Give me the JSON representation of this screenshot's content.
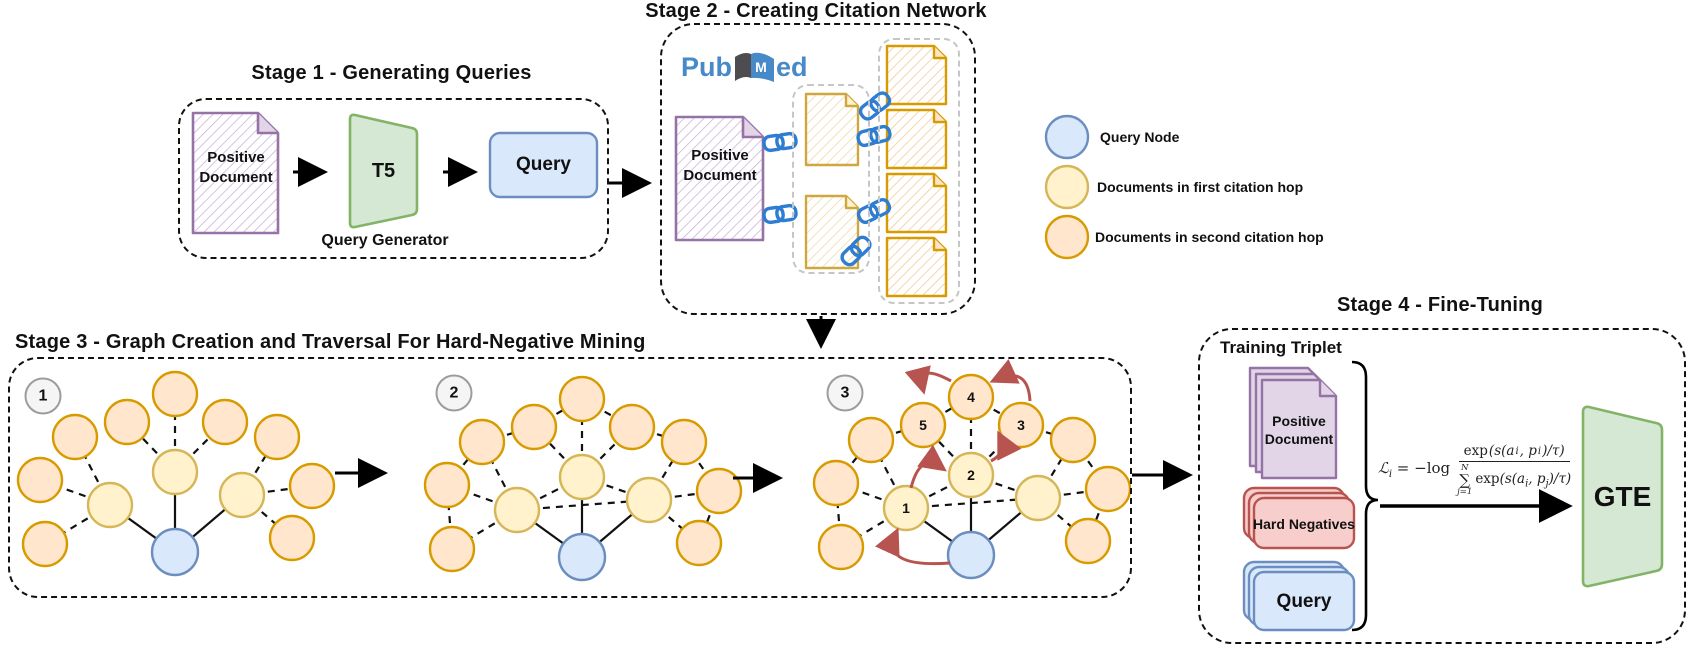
{
  "stage1": {
    "title": "Stage 1 - Generating Queries",
    "doc_line1": "Positive",
    "doc_line2": "Document",
    "model": "T5",
    "model_caption": "Query Generator",
    "query": "Query"
  },
  "stage2": {
    "title": "Stage 2 - Creating Citation Network",
    "pubmed_pub": "Pub",
    "pubmed_m": "M",
    "pubmed_ed": "ed",
    "doc_line1": "Positive",
    "doc_line2": "Document"
  },
  "legend": {
    "items": [
      {
        "label": "Query Node",
        "fill": "#DAE8FC",
        "stroke": "#6C8EBF"
      },
      {
        "label": "Documents in first citation hop",
        "fill": "#FFF2CC",
        "stroke": "#D6B656"
      },
      {
        "label": "Documents in second citation hop",
        "fill": "#FFE6CC",
        "stroke": "#D79B00"
      }
    ]
  },
  "stage3": {
    "title": "Stage 3 - Graph Creation and Traversal For Hard-Negative Mining",
    "badge1": "1",
    "badge2": "2",
    "badge3": "3",
    "node1": "1",
    "node2": "2",
    "node3": "3",
    "node4": "4",
    "node5": "5",
    "traversal_arrow_color": "#B85450"
  },
  "stage4": {
    "title": "Stage 4 - Fine-Tuning",
    "group_label": "Training Triplet",
    "positive_line1": "Positive",
    "positive_line2": "Document",
    "hard_negatives": "Hard Negatives",
    "query": "Query",
    "model": "GTE",
    "formula": {
      "loss": "ℒ",
      "loss_sub": "i",
      "equals": "= −",
      "log": "log",
      "num_exp": "exp",
      "num_open": "(s(a",
      "num_sub_a": "i",
      "num_mid": ", p",
      "num_sub_p": "i",
      "num_close": ")/τ)",
      "den_sup": "N",
      "den_sigma": "∑",
      "den_sub": "j=1",
      "den_exp": "exp",
      "den_open": "(s(a",
      "den_sub_a": "i",
      "den_mid": ", p",
      "den_sub_p": "j",
      "den_close": ")/τ)"
    }
  }
}
